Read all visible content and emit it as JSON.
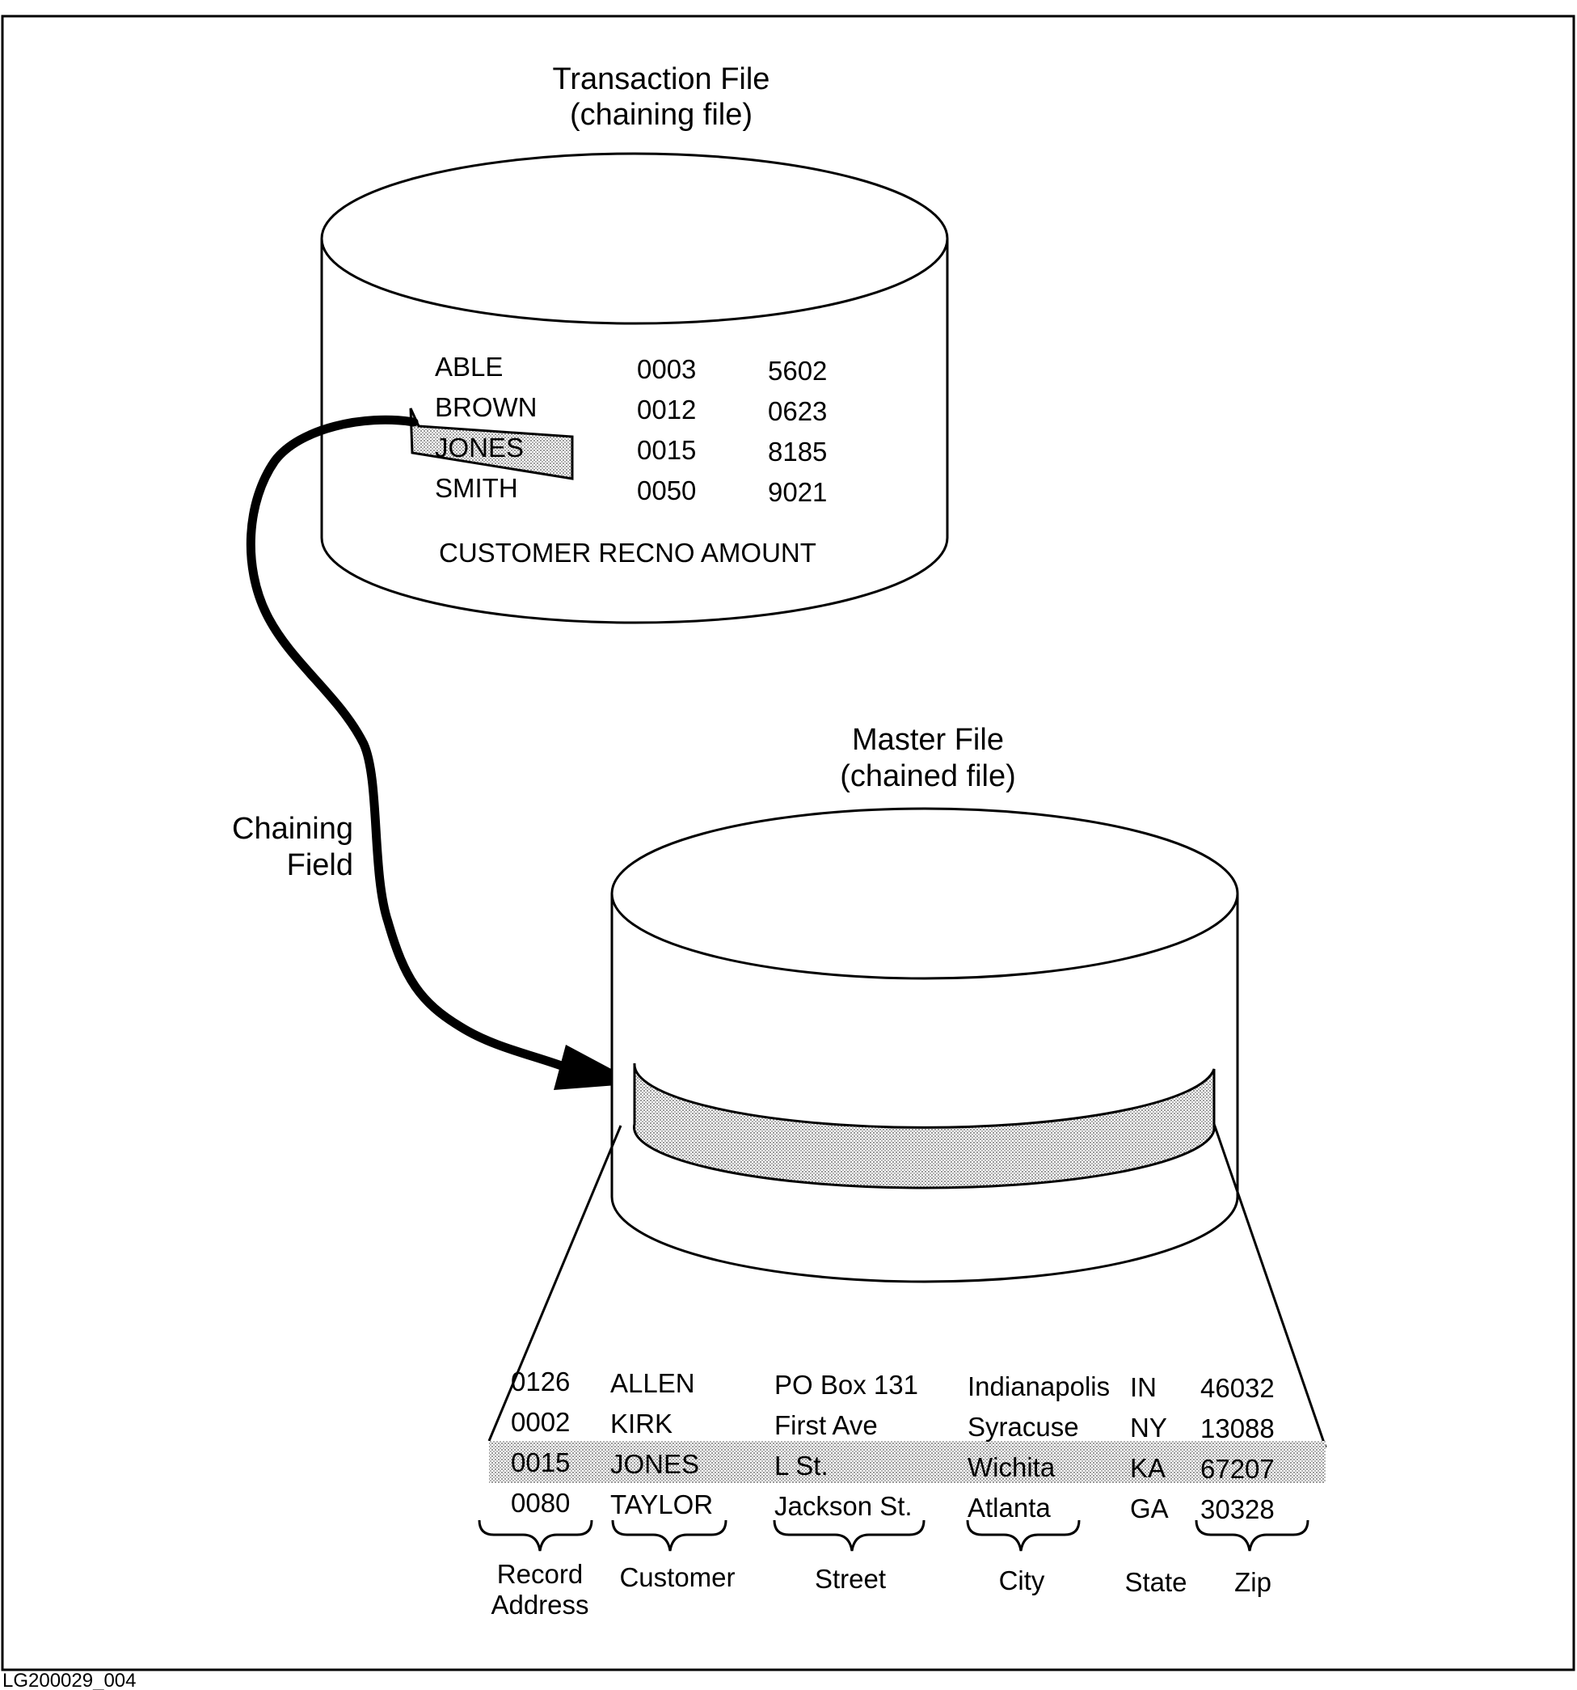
{
  "transaction_file": {
    "title": "Transaction File",
    "subtitle": "(chaining file)",
    "records": [
      [
        "ABLE",
        "0003",
        "5602"
      ],
      [
        "BROWN",
        "0012",
        "0623"
      ],
      [
        "JONES",
        "0015",
        "8185"
      ],
      [
        "SMITH",
        "0050",
        "9021"
      ]
    ],
    "column_caption": "CUSTOMER RECNO AMOUNT"
  },
  "chaining_field": {
    "line1": "Chaining",
    "line2": "Field"
  },
  "master_file": {
    "title": "Master File",
    "subtitle": "(chained file)",
    "records": [
      [
        "0126",
        "ALLEN",
        "PO Box 131",
        "Indianapolis",
        "IN",
        "46032"
      ],
      [
        "0002",
        "KIRK",
        "First Ave",
        "Syracuse",
        "NY",
        "13088"
      ],
      [
        "0015",
        "JONES",
        "L St.",
        "Wichita",
        "KA",
        "67207"
      ],
      [
        "0080",
        "TAYLOR",
        "Jackson St.",
        "Atlanta",
        "GA",
        "30328"
      ]
    ],
    "column_labels": {
      "record_address_1": "Record",
      "record_address_2": "Address",
      "customer": "Customer",
      "street": "Street",
      "city": "City",
      "state": "State",
      "zip": "Zip"
    }
  },
  "figure_id": "LG200029_004"
}
